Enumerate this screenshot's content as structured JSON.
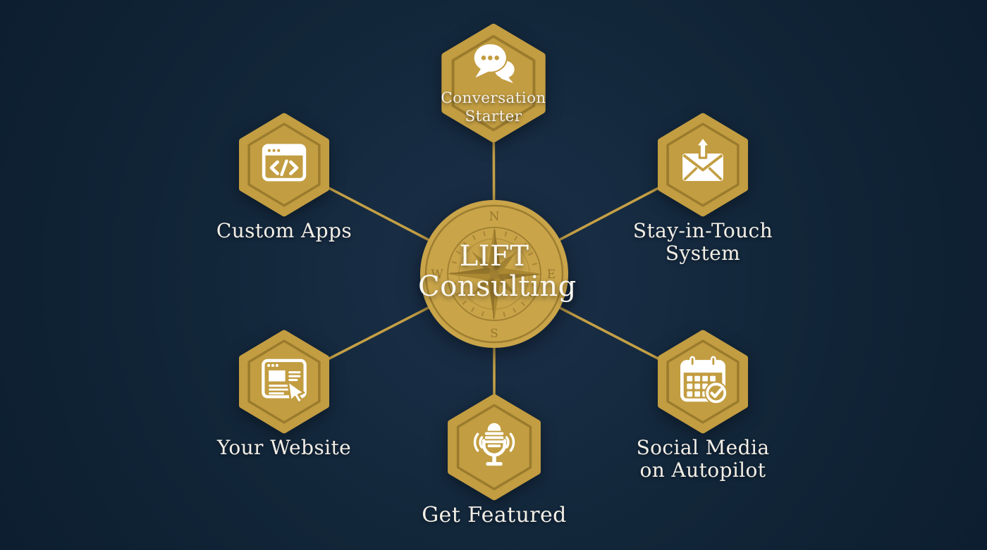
{
  "diagram": {
    "type": "hub-and-spoke",
    "hub": {
      "title_line1": "LIFT",
      "title_line2": "Consulting",
      "compass": {
        "north": "N",
        "east": "E",
        "south": "S",
        "west": "W"
      }
    },
    "nodes": [
      {
        "id": "conversation-starter",
        "label": "Conversation\nStarter",
        "icon": "chat-bubbles-icon",
        "position": "top",
        "label_placement": "inside"
      },
      {
        "id": "custom-apps",
        "label": "Custom Apps",
        "icon": "code-window-icon",
        "position": "upper-left",
        "label_placement": "below"
      },
      {
        "id": "stay-in-touch-system",
        "label": "Stay-in-Touch\nSystem",
        "icon": "email-send-icon",
        "position": "upper-right",
        "label_placement": "below"
      },
      {
        "id": "your-website",
        "label": "Your Website",
        "icon": "browser-cursor-icon",
        "position": "lower-left",
        "label_placement": "below"
      },
      {
        "id": "social-media-on-autopilot",
        "label": "Social Media\non Autopilot",
        "icon": "calendar-check-icon",
        "position": "lower-right",
        "label_placement": "below"
      },
      {
        "id": "get-featured",
        "label": "Get Featured",
        "icon": "podcast-mic-icon",
        "position": "bottom",
        "label_placement": "below"
      }
    ],
    "edges": [
      [
        "hub",
        "conversation-starter"
      ],
      [
        "hub",
        "custom-apps"
      ],
      [
        "hub",
        "stay-in-touch-system"
      ],
      [
        "hub",
        "your-website"
      ],
      [
        "hub",
        "social-media-on-autopilot"
      ],
      [
        "hub",
        "get-featured"
      ]
    ],
    "colors": {
      "background": "#12263a",
      "gold": "#c29d41",
      "hub_gold": "#c9a449",
      "dark_gold": "#96772c",
      "connector": "#c5a045",
      "text": "#f3efe6"
    }
  }
}
